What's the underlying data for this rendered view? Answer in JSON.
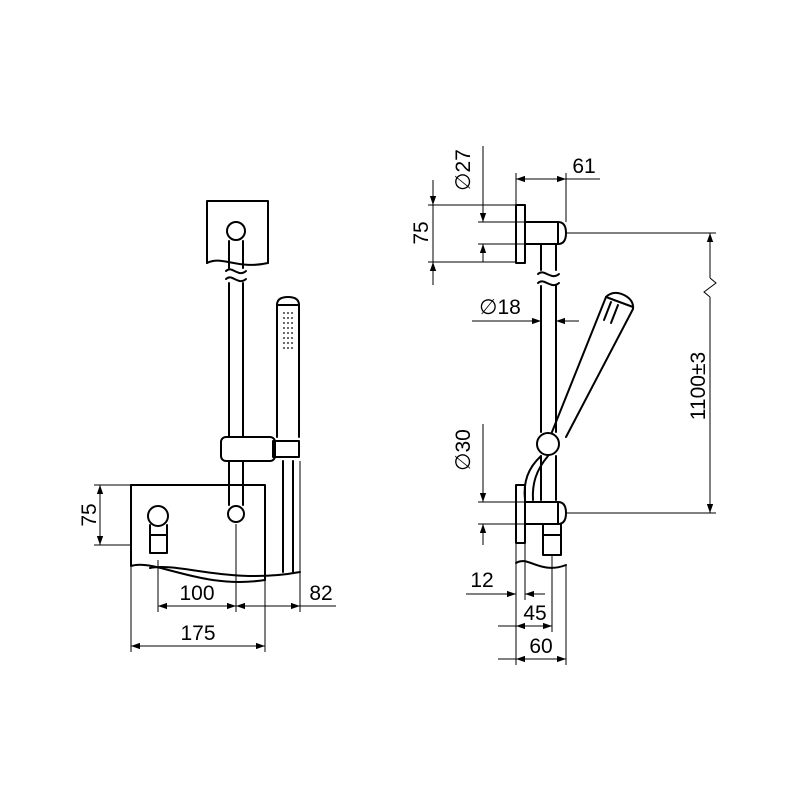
{
  "front_view": {
    "dims": {
      "height_75": "75",
      "width_100": "100",
      "width_82": "82",
      "width_175": "175"
    }
  },
  "side_view": {
    "dims": {
      "dia_27": "∅27",
      "width_61": "61",
      "height_75": "75",
      "dia_18": "∅18",
      "height_1100": "1100±3",
      "dia_30": "∅30",
      "width_12": "12",
      "width_45": "45",
      "width_60": "60"
    }
  }
}
